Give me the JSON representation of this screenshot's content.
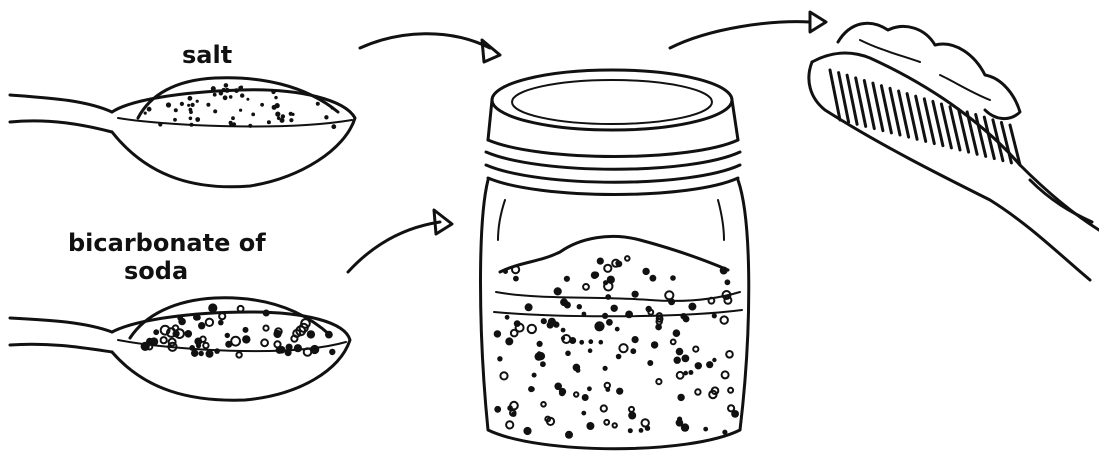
{
  "labels": {
    "salt": "salt",
    "bicarbonate_line1": "bicarbonate of",
    "bicarbonate_line2": "soda"
  }
}
